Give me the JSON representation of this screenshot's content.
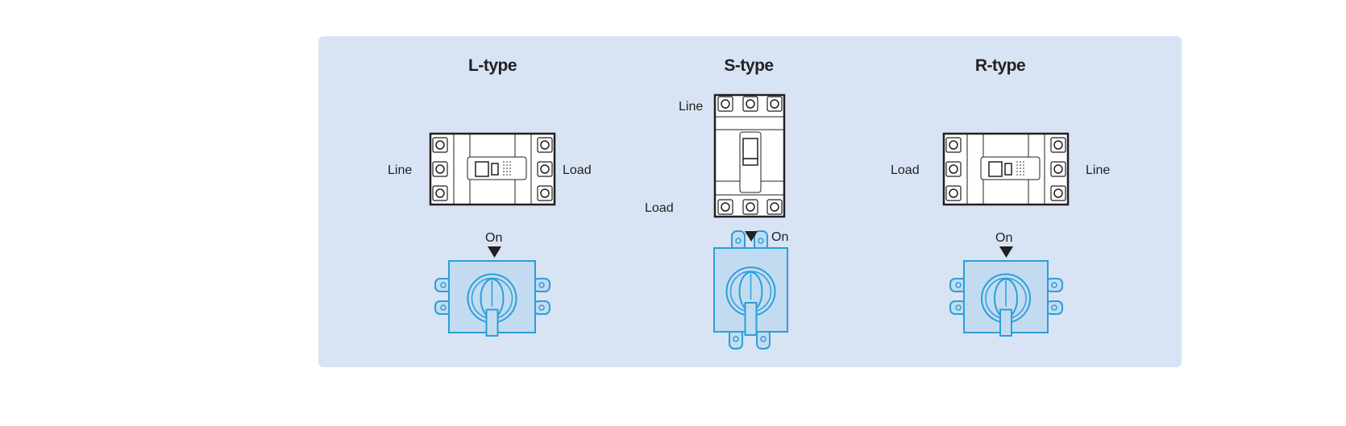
{
  "types": [
    {
      "title": "L-type",
      "line_label": "Line",
      "load_label": "Load",
      "on_label": "On",
      "orientation": "horizontal"
    },
    {
      "title": "S-type",
      "line_label": "Line",
      "load_label": "Load",
      "on_label": "On",
      "orientation": "vertical"
    },
    {
      "title": "R-type",
      "line_label": "Line",
      "load_label": "Load",
      "on_label": "On",
      "orientation": "horizontal-reversed"
    }
  ],
  "colors": {
    "panel": "#d8e4f3",
    "handle_stroke": "#2a9fd8",
    "handle_fill": "#c3dbf1",
    "breaker_stroke": "#231f20"
  }
}
